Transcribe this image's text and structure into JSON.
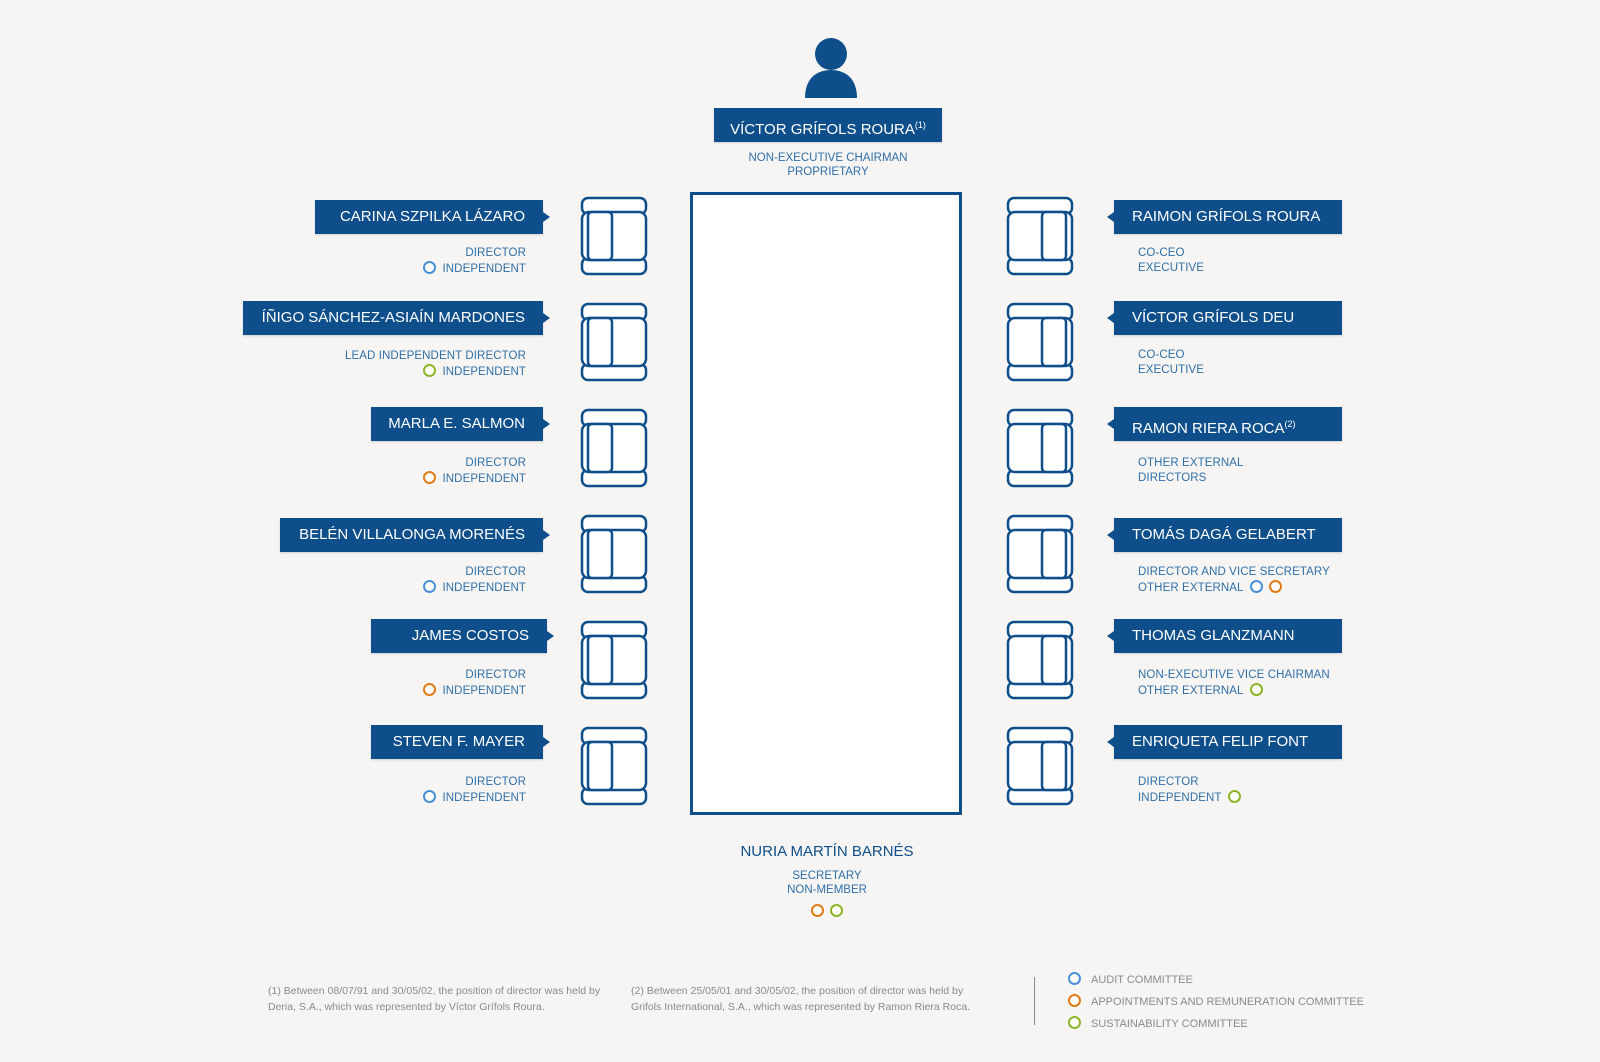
{
  "chairman": {
    "name": "VÍCTOR GRÍFOLS ROURA",
    "note": "(1)",
    "role_line1": "NON-EXECUTIVE CHAIRMAN",
    "role_line2": "PROPRIETARY"
  },
  "left_directors": [
    {
      "name": "CARINA SZPILKA LÁZARO",
      "role_line1": "DIRECTOR",
      "role_line2": "INDEPENDENT",
      "committees": [
        "audit"
      ]
    },
    {
      "name": "ÍÑIGO SÁNCHEZ-ASIAÍN MARDONES",
      "role_line1": "LEAD INDEPENDENT DIRECTOR",
      "role_line2": "INDEPENDENT",
      "committees": [
        "sustainability"
      ]
    },
    {
      "name": "MARLA E. SALMON",
      "role_line1": "DIRECTOR",
      "role_line2": "INDEPENDENT",
      "committees": [
        "appointments"
      ]
    },
    {
      "name": "BELÉN VILLALONGA MORENÉS",
      "role_line1": "DIRECTOR",
      "role_line2": "INDEPENDENT",
      "committees": [
        "audit"
      ]
    },
    {
      "name": "JAMES COSTOS",
      "role_line1": "DIRECTOR",
      "role_line2": "INDEPENDENT",
      "committees": [
        "appointments"
      ]
    },
    {
      "name": "STEVEN F. MAYER",
      "role_line1": "DIRECTOR",
      "role_line2": "INDEPENDENT",
      "committees": [
        "audit"
      ]
    }
  ],
  "right_directors": [
    {
      "name": "RAIMON GRÍFOLS ROURA",
      "note": "",
      "role_line1": "CO-CEO",
      "role_line2": "EXECUTIVE",
      "committees": []
    },
    {
      "name": "VÍCTOR GRÍFOLS DEU",
      "note": "",
      "role_line1": "CO-CEO",
      "role_line2": "EXECUTIVE",
      "committees": []
    },
    {
      "name": "RAMON RIERA ROCA",
      "note": "(2)",
      "role_line1": "OTHER EXTERNAL",
      "role_line2": "DIRECTORS",
      "committees": []
    },
    {
      "name": "TOMÁS DAGÁ GELABERT",
      "note": "",
      "role_line1": "DIRECTOR AND VICE SECRETARY",
      "role_line2": "OTHER EXTERNAL",
      "committees": [
        "audit",
        "appointments"
      ]
    },
    {
      "name": "THOMAS GLANZMANN",
      "note": "",
      "role_line1": "NON-EXECUTIVE VICE CHAIRMAN",
      "role_line2": "OTHER EXTERNAL",
      "committees": [
        "sustainability"
      ]
    },
    {
      "name": "ENRIQUETA FELIP FONT",
      "note": "",
      "role_line1": "DIRECTOR",
      "role_line2": "INDEPENDENT",
      "committees": [
        "sustainability"
      ]
    }
  ],
  "secretary": {
    "name": "NURIA MARTÍN BARNÉS",
    "role_line1": "SECRETARY",
    "role_line2": "NON-MEMBER",
    "committees": [
      "appointments",
      "sustainability"
    ]
  },
  "footnotes": {
    "note1": "(1) Between 08/07/91 and 30/05/02, the position of director was held by Deria, S.A., which was represented by Víctor Grífols Roura.",
    "note2": "(2) Between 25/05/01 and 30/05/02, the position of director was held by Grifols International, S.A., which was represented by Ramon Riera Roca."
  },
  "legend": {
    "audit": "AUDIT COMMITTEE",
    "appointments": "APPOINTMENTS AND REMUNERATION COMMITTEE",
    "sustainability": "SUSTAINABILITY COMMITTEE"
  },
  "colors": {
    "brand": "#0e4f8b",
    "audit": "#4a90d9",
    "appointments": "#e07b17",
    "sustainability": "#8cb52a"
  }
}
